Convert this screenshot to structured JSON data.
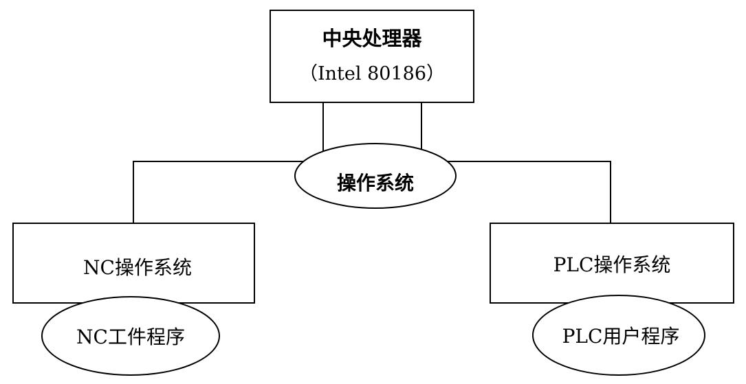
{
  "diagram": {
    "cpu": {
      "title": "中央处理器",
      "subtitle": "（Intel 80186）"
    },
    "os": {
      "label": "操作系统"
    },
    "nc_os": {
      "label": "NC操作系统"
    },
    "plc_os": {
      "label": "PLC操作系统"
    },
    "nc_program": {
      "label": "NC工件程序"
    },
    "plc_program": {
      "label": "PLC用户程序"
    }
  },
  "colors": {
    "line": "#000000",
    "background": "#ffffff"
  }
}
